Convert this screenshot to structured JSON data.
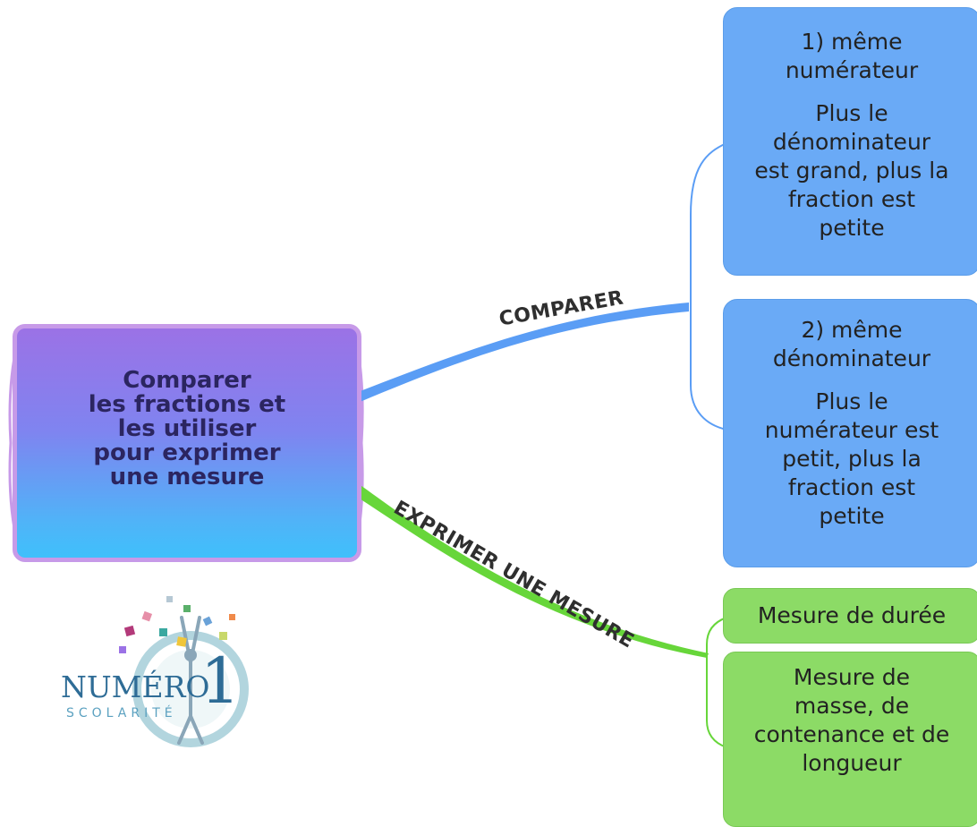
{
  "central": {
    "lines": [
      "Comparer",
      "les fractions et",
      "les utiliser",
      "pour exprimer",
      "une mesure"
    ]
  },
  "branches": {
    "comparer": "COMPARER",
    "exprimer": "EXPRIMER UNE MESURE"
  },
  "topics": {
    "same_numerator": {
      "heading_lines": [
        "1) même",
        "numérateur"
      ],
      "body_lines": [
        "Plus le",
        "dénominateur",
        "est grand, plus la",
        "fraction est",
        "petite"
      ]
    },
    "same_denominator": {
      "heading_lines": [
        "2) même",
        "dénominateur"
      ],
      "body_lines": [
        "Plus le",
        "numérateur est",
        "petit, plus la",
        "fraction est",
        "petite"
      ]
    },
    "duration": {
      "lines": [
        "Mesure de durée"
      ]
    },
    "mass": {
      "lines": [
        "Mesure de",
        "masse, de",
        "contenance et de",
        "longueur"
      ]
    }
  },
  "logo": {
    "name": "NUMÉRO",
    "number": "1",
    "tagline": "SCOLARITÉ"
  },
  "colors": {
    "central_border": "#c79ae8",
    "central_top": "#9b72e6",
    "central_bottom": "#3fc0fb",
    "blue_branch": "#5a9df5",
    "green_branch": "#67d63a",
    "blue_topic": "#6aaaf6",
    "green_topic": "#8cdb66"
  }
}
